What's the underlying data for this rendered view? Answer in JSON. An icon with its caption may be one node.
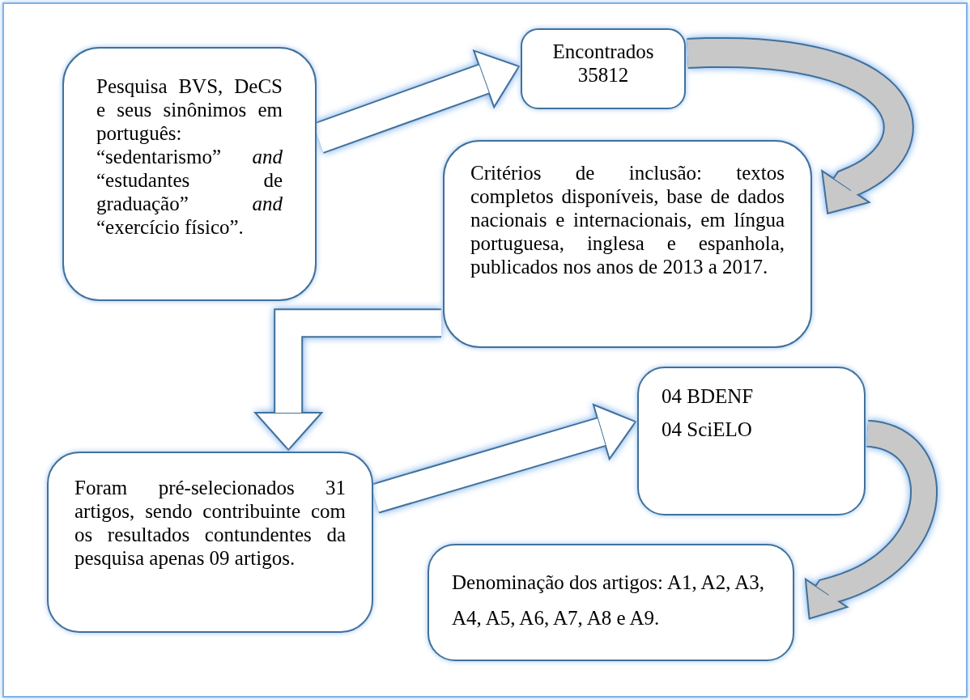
{
  "diagram": {
    "nodes": [
      {
        "text": [
          "Pesquisa BVS, DeCS e seus sinônimos em português: “sedentarismo” *and* “estudantes de graduação” *and* “exercício físico”."
        ]
      },
      {
        "text": [
          "Encontrados 35812"
        ]
      },
      {
        "text": [
          "Critérios de inclusão: textos completos disponíveis, base de dados nacionais e internacionais, em língua portuguesa, inglesa e espanhola, publicados nos anos de 2013 a 2017."
        ]
      },
      {
        "text": [
          "04 BDENF",
          "04 SciELO"
        ]
      },
      {
        "text": [
          "Foram pré-selecionados 31 artigos, sendo contribuinte com os resultados contundentes da pesquisa apenas 09 artigos."
        ]
      },
      {
        "text": [
          "Denominação dos artigos: A1, A2, A3, A4, A5, A6, A7, A8 e A9."
        ]
      }
    ],
    "edges": [
      {
        "from": 0,
        "to": 1,
        "arrow": "to"
      },
      {
        "from": 1,
        "to": 2,
        "arrow": "to"
      },
      {
        "from": 2,
        "to": 4,
        "arrow": "to"
      },
      {
        "from": 4,
        "to": 3,
        "arrow": "to"
      },
      {
        "from": 3,
        "to": 5,
        "arrow": "to"
      }
    ]
  }
}
